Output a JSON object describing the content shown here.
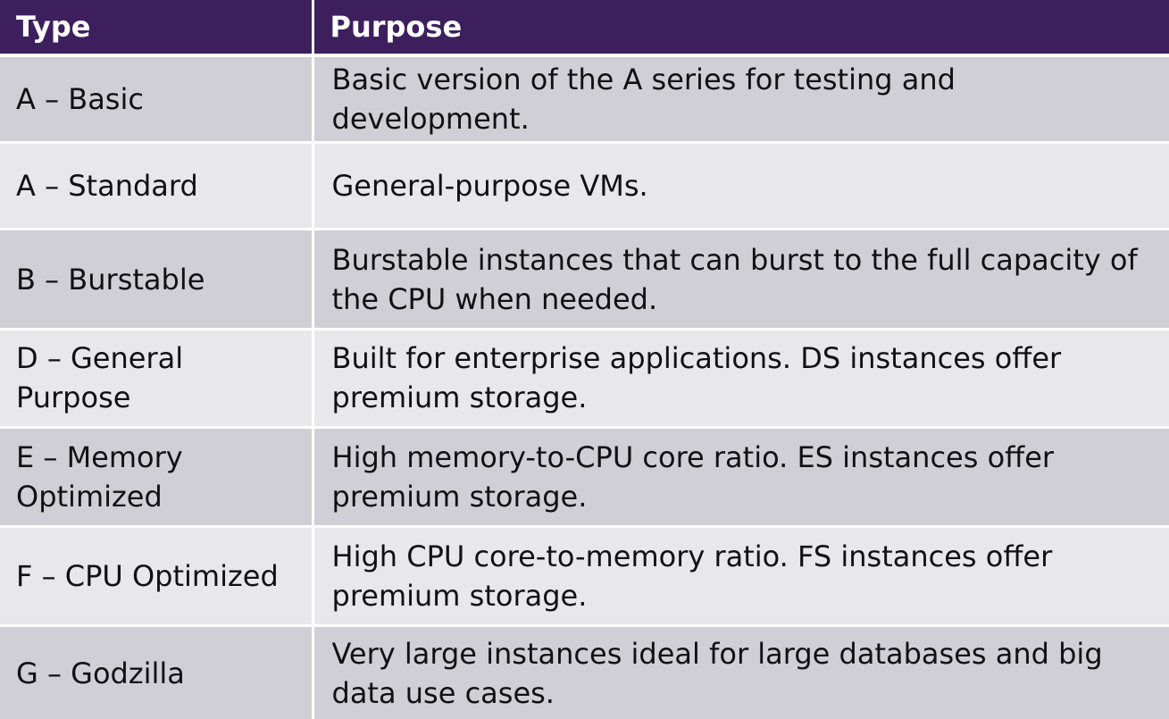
{
  "table": {
    "header": {
      "type": "Type",
      "purpose": "Purpose"
    },
    "rows": [
      {
        "type": "A – Basic",
        "purpose": "Basic version of the A series for testing and development."
      },
      {
        "type": "A – Standard",
        "purpose": "General-purpose VMs."
      },
      {
        "type": "B – Burstable",
        "purpose": "Burstable instances that can burst to the full capacity of the CPU when needed."
      },
      {
        "type": "D – General Purpose",
        "purpose": "Built for enterprise applications. DS instances offer premium storage."
      },
      {
        "type": "E – Memory Optimized",
        "purpose": "High memory-to-CPU core ratio. ES instances offer premium storage."
      },
      {
        "type": "F – CPU Optimized",
        "purpose": "High CPU core-to-memory ratio. FS instances offer premium storage."
      },
      {
        "type": "G – Godzilla",
        "purpose": "Very large instances ideal for large databases and big data use cases."
      }
    ]
  },
  "colors": {
    "header_bg": "#3d1f5e",
    "row_odd_bg": "#d1cfd6",
    "row_even_bg": "#e8e7eb"
  }
}
